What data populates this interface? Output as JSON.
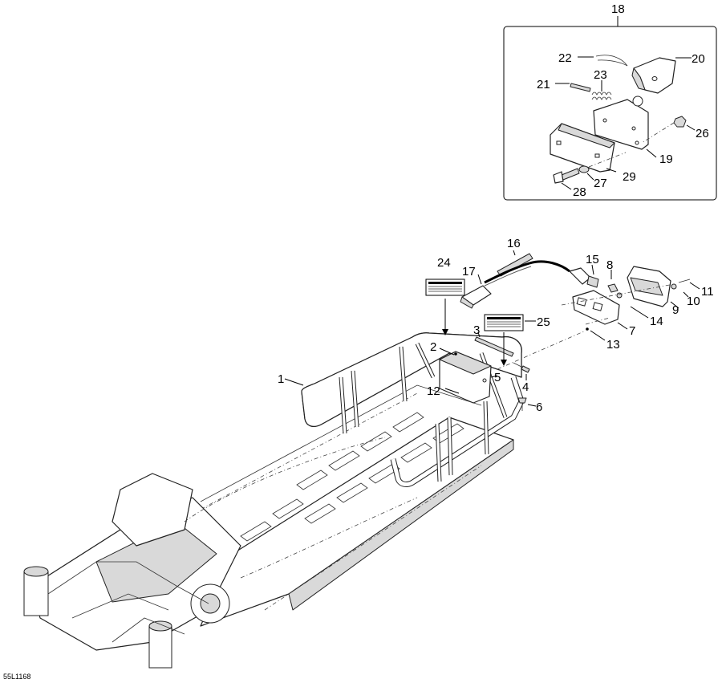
{
  "diagram": {
    "figure_code": "55L1168",
    "callouts": [
      "1",
      "2",
      "3",
      "4",
      "5",
      "6",
      "7",
      "8",
      "9",
      "10",
      "11",
      "12",
      "13",
      "14",
      "15",
      "16",
      "17",
      "18",
      "19",
      "20",
      "21",
      "22",
      "23",
      "24",
      "25",
      "26",
      "27",
      "28",
      "29"
    ]
  }
}
